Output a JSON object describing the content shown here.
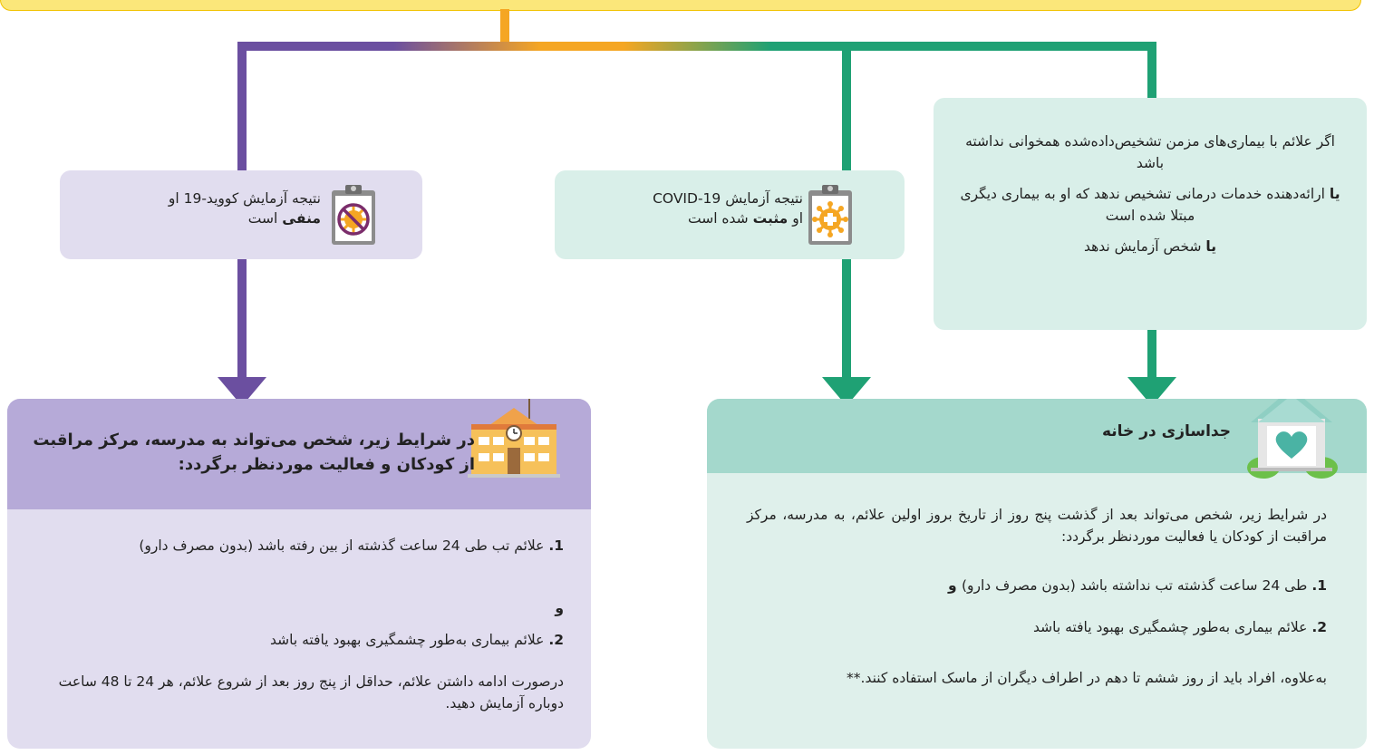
{
  "condition_box": {
    "line1": "اگر علائم با بیماری‌های مزمن تشخیص‌داده‌شده همخوانی نداشته باشد",
    "or1": "یا",
    "line2": "ارائه‌دهنده خدمات درمانی تشخیص ندهد که او به بیماری دیگری مبتلا شده است",
    "or2": "یا",
    "line3": "شخص آزمایش ندهد"
  },
  "positive_box": {
    "line1": "نتیجه آزمایش COVID-19",
    "pre": "او ",
    "bold": "مثبت",
    "post": " شده است"
  },
  "negative_box": {
    "line1": "نتیجه آزمایش کووید-19 او",
    "bold": "منفی",
    "post": " است"
  },
  "home_card": {
    "title": "جداسازی در خانه",
    "intro": "در شرایط زیر، شخص می‌تواند بعد از گذشت پنج روز از تاریخ بروز اولین علائم، به مدرسه، مرکز مراقبت از کودکان یا فعالیت موردنظر برگردد:",
    "items": [
      {
        "num": "1.",
        "text": "طی 24 ساعت گذشته تب نداشته باشد (بدون مصرف دارو)",
        "suffix": " و"
      },
      {
        "num": "2.",
        "text": "علائم بیماری به‌طور چشمگیری بهبود یافته باشد",
        "suffix": ""
      }
    ],
    "note": "به‌علاوه، افراد باید از روز ششم تا دهم در اطراف دیگران از ماسک استفاده کنند.**"
  },
  "school_card": {
    "title": "در شرایط زیر، شخص می‌تواند به مدرسه، مرکز مراقبت از کودکان و فعالیت موردنظر برگردد:",
    "items": [
      {
        "num": "1.",
        "text": "علائم تب طی 24 ساعت گذشته از بین رفته باشد (بدون مصرف دارو)"
      },
      {
        "num": "2.",
        "text": "علائم بیماری به‌طور چشمگیری بهبود یافته باشد"
      }
    ],
    "and": "و",
    "note": "درصورت ادامه داشتن علائم، حداقل از پنج روز بعد از شروع علائم، هر 24 تا 48 ساعت دوباره آزمایش دهید."
  },
  "colors": {
    "green": "#1fa174",
    "purple": "#6b4fa0",
    "orange": "#f5a623",
    "yellow": "#fbe77a"
  },
  "icons": [
    "clipboard-virus-negative-icon",
    "clipboard-virus-positive-icon",
    "house-heart-icon",
    "school-building-icon"
  ]
}
